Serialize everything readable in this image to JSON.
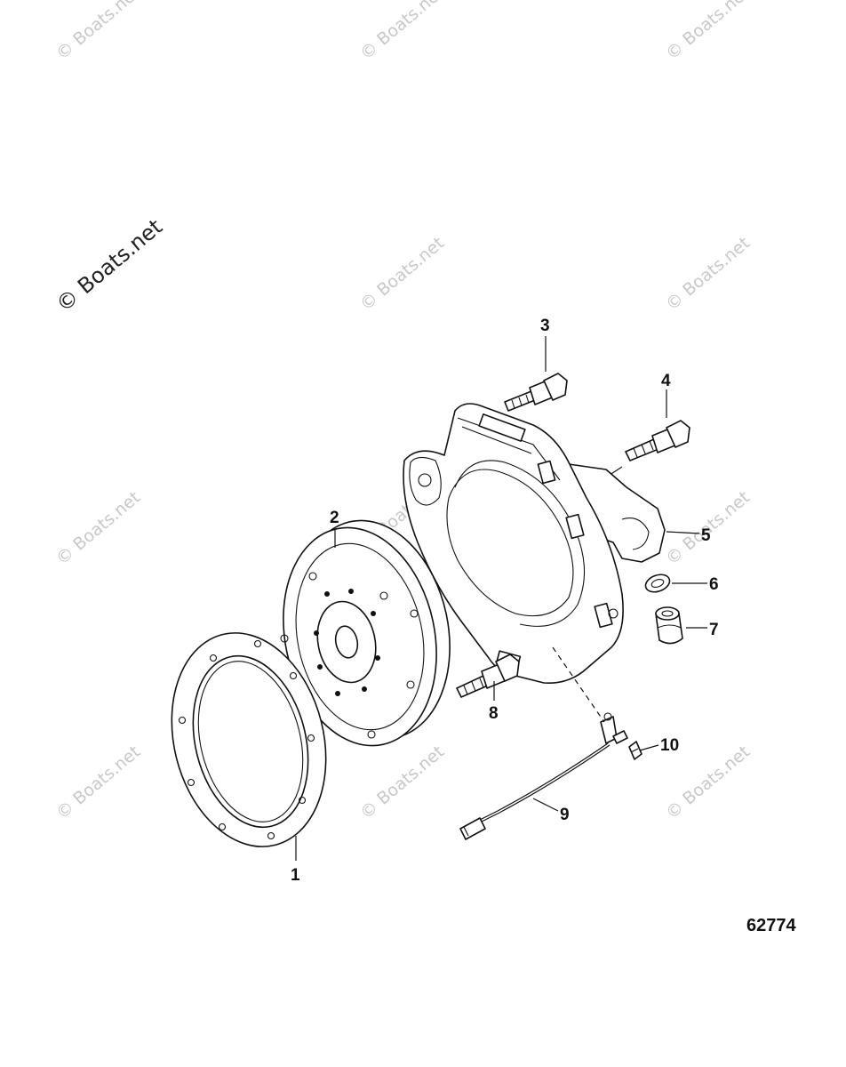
{
  "watermark": {
    "text": "© Boats.net",
    "color": "#c8c8c8",
    "big_color": "#222222"
  },
  "figure_number": "62774",
  "callouts": {
    "c1": "1",
    "c2": "2",
    "c3": "3",
    "c4": "4",
    "c5": "5",
    "c6": "6",
    "c7": "7",
    "c8": "8",
    "c9": "9",
    "c10": "10"
  }
}
